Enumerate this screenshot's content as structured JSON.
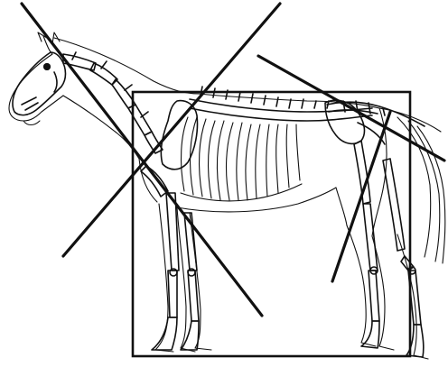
{
  "figure": {
    "subject": "horse-skeleton-within-body-outline",
    "frame": "rectangle",
    "guide_lines": [
      "head-neck-diagonal",
      "shoulder-diagonal",
      "hind-diagonal",
      "back-to-tail-diagonal"
    ]
  }
}
